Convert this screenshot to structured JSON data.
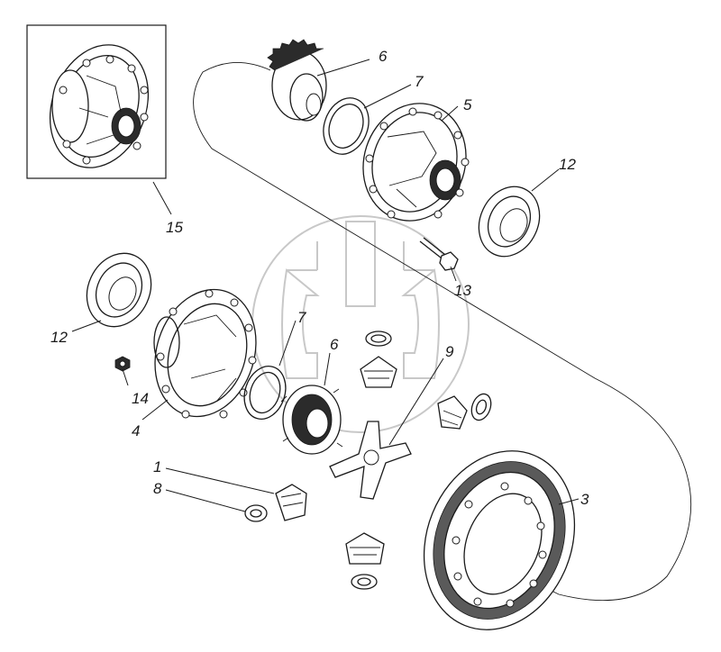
{
  "callouts": {
    "c1": "1",
    "c3": "3",
    "c4": "4",
    "c5": "5",
    "c6a": "6",
    "c6b": "6",
    "c7a": "7",
    "c7b": "7",
    "c8": "8",
    "c9": "9",
    "c12a": "12",
    "c12b": "12",
    "c13": "13",
    "c14": "14",
    "c15": "15"
  }
}
